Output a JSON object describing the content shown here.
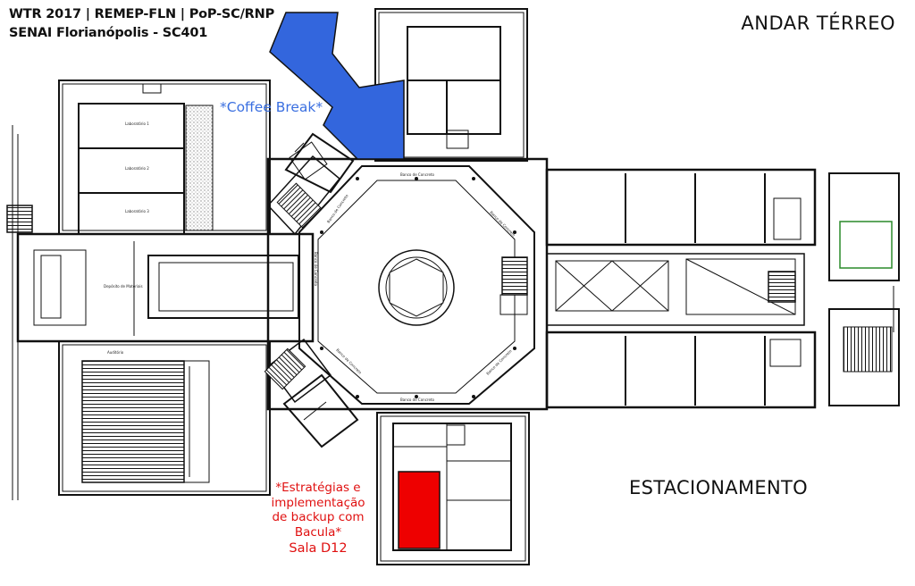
{
  "header": {
    "line1": "WTR 2017 | REMEP-FLN | PoP-SC/RNP",
    "line2": "SENAI Florianópolis - SC401"
  },
  "floor_label": "ANDAR TÉRREO",
  "parking_label": "ESTACIONAMENTO",
  "highlights": {
    "coffee_break": {
      "label": "*Coffee Break*",
      "color": "#3366dd"
    },
    "talk": {
      "line1": "*Estratégias e",
      "line2": "implementação",
      "line3": "de backup com",
      "line4": "Bacula*",
      "room": "Sala D12",
      "color": "#ee0000"
    }
  },
  "plan_labels": {
    "center_north": "Banco de Concreto",
    "center_south": "Banco de Concreto",
    "center_west": "Banco de Concreto",
    "center_ne": "Banco de Concreto",
    "center_nw": "Banco de Concreto",
    "center_sw": "Banco de Concreto",
    "center_se": "Banco de Concreto",
    "west_hall": "Depósito de Materiais",
    "auditorium": "Auditório",
    "lab_1": "Laboratório 1",
    "lab_2": "Laboratório 2",
    "lab_3": "Laboratório 3"
  }
}
